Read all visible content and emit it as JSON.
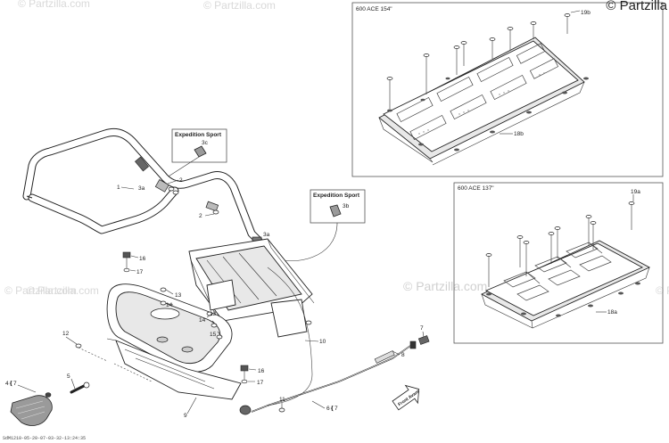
{
  "watermarks": [
    "© Partzilla.com",
    "© Partzilla.com",
    "© Partzilla.com",
    "© Partzilla.com",
    "© Partzilla.com",
    "© Partzilla.com"
  ],
  "brand": "© Partzilla",
  "diagram_code": "SdM1210-05-20-07-03-32-13:24:35",
  "boxes": {
    "ace154": {
      "title": "600 ACE 154\"",
      "callouts": [
        "19b",
        "18b"
      ]
    },
    "ace137": {
      "title": "600 ACE 137\"",
      "callouts": [
        "19a",
        "18a"
      ]
    },
    "expedition_top": {
      "title": "Expedition Sport",
      "callout": "3c"
    },
    "expedition_mid": {
      "title": "Expedition Sport",
      "callout": "3b"
    }
  },
  "callouts": {
    "c1": "1",
    "c2": "2",
    "c3a_top": "3a",
    "c2b": "2",
    "c3a_mid": "3a",
    "c16a": "16",
    "c17a": "17",
    "c14a": "14",
    "c13a": "13",
    "c13b": "13",
    "c14b": "14",
    "c15": "15",
    "c12": "12",
    "c10": "10",
    "c7": "7",
    "c8": "8",
    "c16b": "16",
    "c17b": "17",
    "c5": "5",
    "c4": "4❴7",
    "c11": "11",
    "c6": "6❴7",
    "c9": "9"
  },
  "front_label": "Front Avant"
}
